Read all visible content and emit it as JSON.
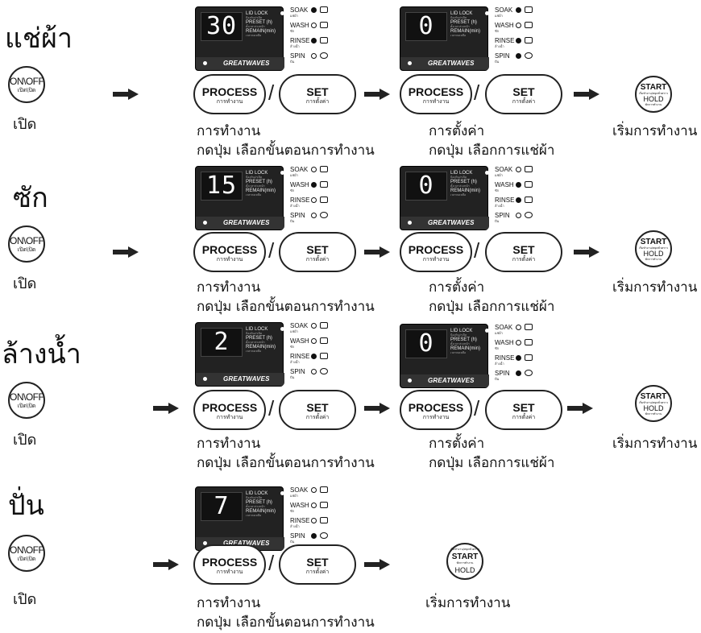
{
  "panel_brand": "GREATWAVES",
  "panel_labels": {
    "lid_lock": "LID LOCK",
    "lid_lock_sub": "ป้องกันฝาเปิด",
    "preset": "PRESET (h)",
    "preset_sub": "ตั้งเวลาล่วงหน้า",
    "remain": "REMAIN(min)",
    "remain_sub": "เวลาคงเหลือ"
  },
  "steps": {
    "soak": "SOAK",
    "soak_sub": "แช่ผ้า",
    "wash": "WASH",
    "wash_sub": "ซัก",
    "rinse": "RINSE",
    "rinse_sub": "ล้างน้ำ",
    "spin": "SPIN",
    "spin_sub": "ปั่น"
  },
  "buttons": {
    "onoff": "ON\\OFF",
    "onoff_sub": "เปิด\\ปิด",
    "process": "PROCESS",
    "process_sub": "การทำงาน",
    "set": "SET",
    "set_sub": "การตั้งค่า",
    "slash": "/",
    "start": "START",
    "start_sub": "เริ่มทำงาน/หยุดชั่วคราว",
    "hold": "HOLD",
    "hold_sub": "พักการทำงาน"
  },
  "captions": {
    "open": "เปิด",
    "process_title": "การทำงาน",
    "process_desc": "กดปุ่ม เลือกขั้นตอนการทำงาน",
    "set_title": "การตั้งค่า",
    "set_desc": "กดปุ่ม เลือกการแช่ผ้า",
    "start_cap": "เริ่มการทำงาน"
  },
  "rows": [
    {
      "title": "แช่ผ้า",
      "display_a": "30",
      "display_b": "0",
      "indicators_a": {
        "soak": true,
        "wash": false,
        "rinse": true,
        "spin": false
      },
      "indicators_b": {
        "soak": true,
        "wash": false,
        "rinse": true,
        "spin": true
      }
    },
    {
      "title": "ซัก",
      "display_a": "15",
      "display_b": "0",
      "indicators_a": {
        "soak": false,
        "wash": true,
        "rinse": false,
        "spin": false
      },
      "indicators_b": {
        "soak": false,
        "wash": true,
        "rinse": true,
        "spin": false
      }
    },
    {
      "title": "ล้างน้ำ",
      "display_a": "2",
      "display_b": "0",
      "indicators_a": {
        "soak": false,
        "wash": false,
        "rinse": true,
        "spin": false
      },
      "indicators_b": {
        "soak": false,
        "wash": false,
        "rinse": true,
        "spin": true
      }
    },
    {
      "title": "ปั่น",
      "display_a": "7",
      "indicators_a": {
        "soak": false,
        "wash": false,
        "rinse": false,
        "spin": true
      }
    }
  ]
}
